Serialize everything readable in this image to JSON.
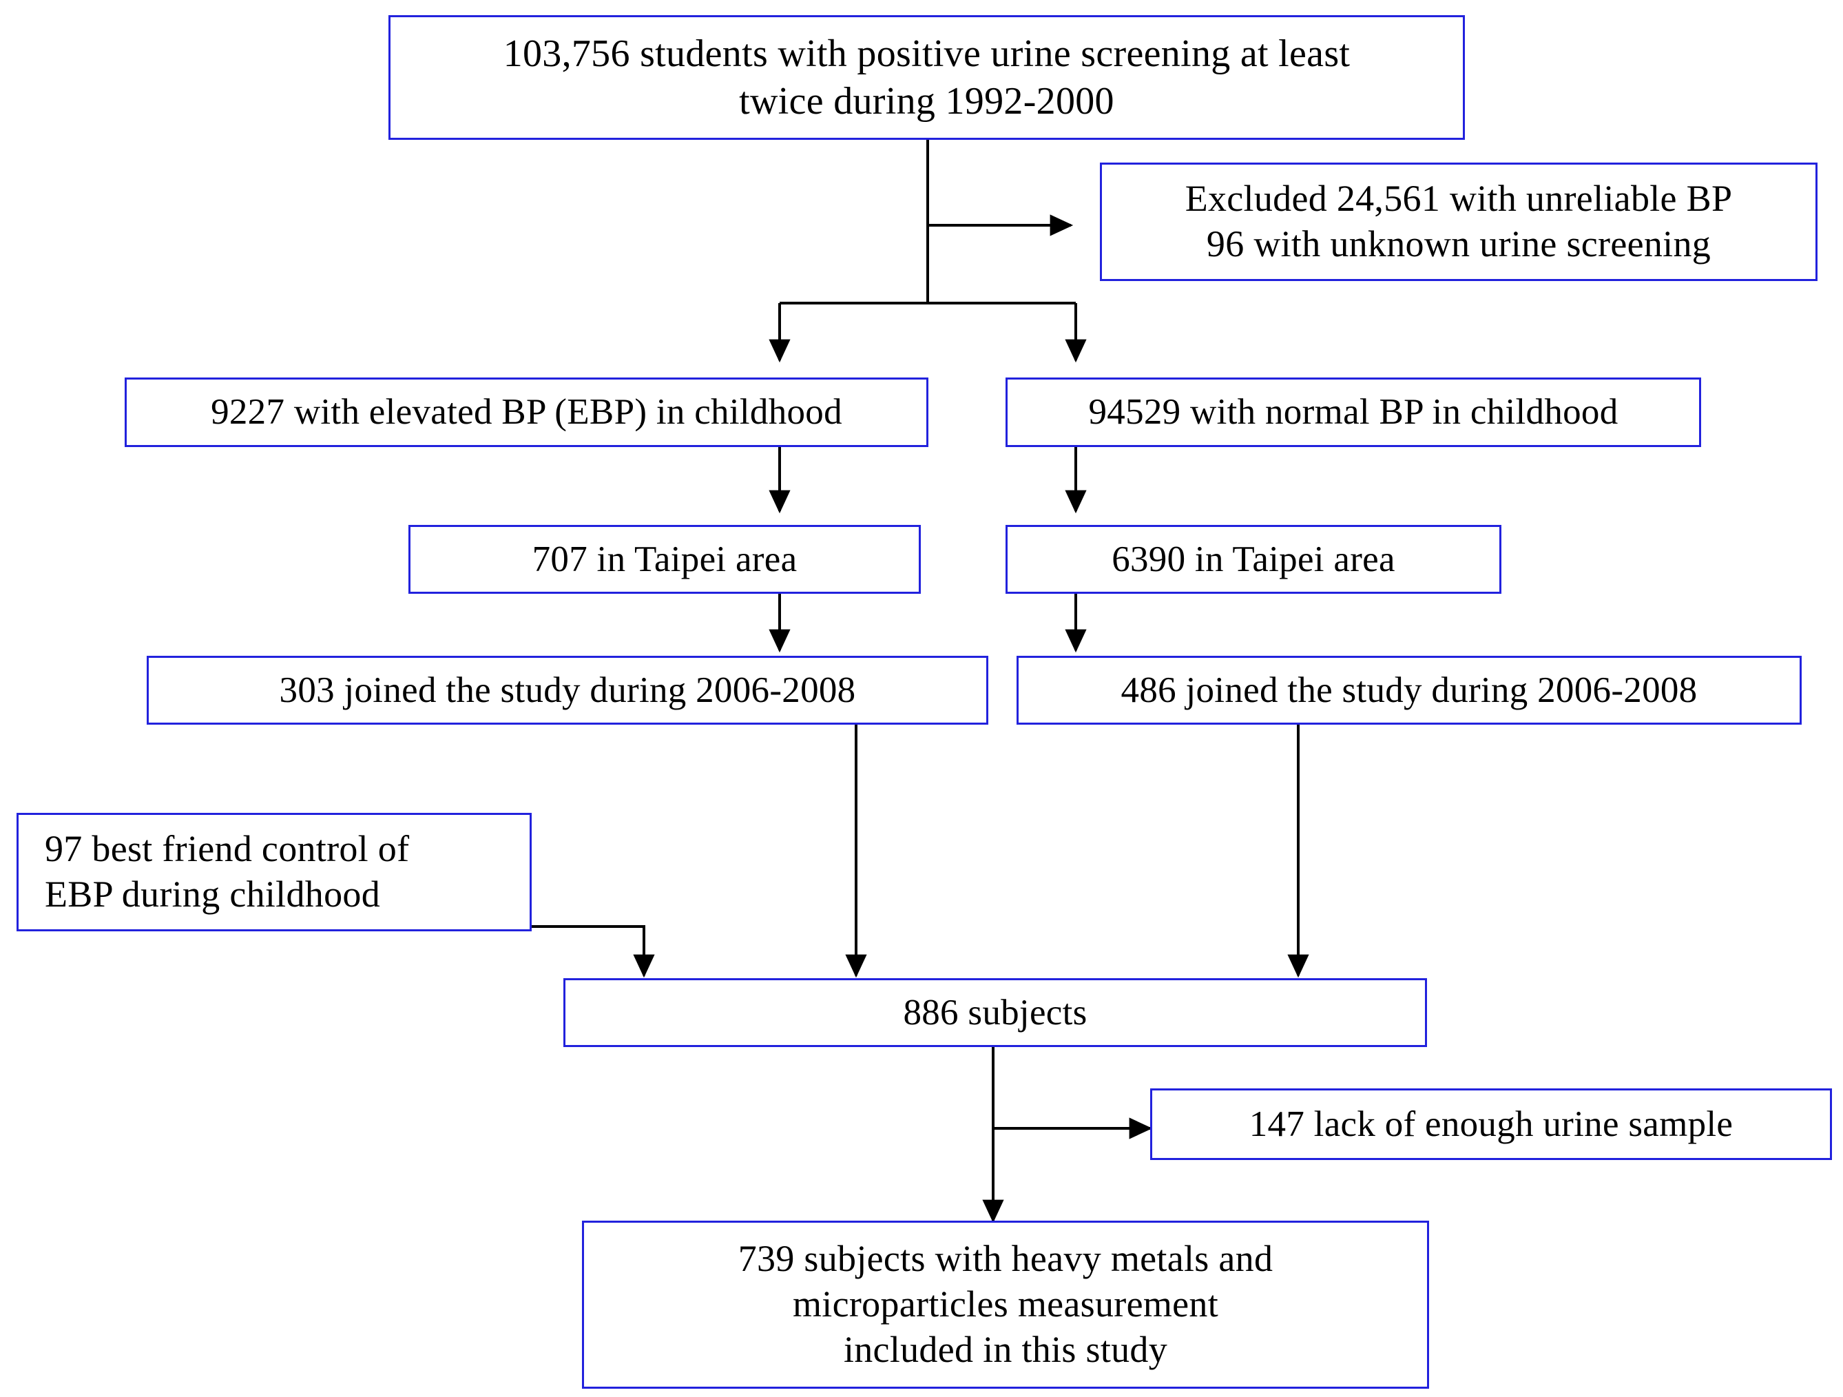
{
  "diagram": {
    "title": "Study enrollment flow diagram",
    "type": "flowchart",
    "colors": {
      "box_border": "#2222dd",
      "connector": "#000000",
      "text": "#000000",
      "background": "#ffffff"
    },
    "nodes": {
      "screening": {
        "id": "screening",
        "text": "103,756 students with positive urine screening at least\ntwice during 1992-2000",
        "line1": "103,756 students with positive urine screening at least",
        "line2": "twice during 1992-2000",
        "count": 103756
      },
      "excluded": {
        "id": "excluded",
        "text": "Excluded 24,561 with unreliable BP\n96 with unknown urine screening",
        "line1": "Excluded 24,561 with unreliable BP",
        "line2": "96 with unknown urine screening",
        "count_unreliable_bp": 24561,
        "count_unknown_screening": 96
      },
      "elevated_bp": {
        "id": "elevated-bp",
        "text": "9227 with elevated BP (EBP)  in childhood",
        "count": 9227
      },
      "normal_bp": {
        "id": "normal-bp",
        "text": "94529 with normal BP in childhood",
        "count": 94529
      },
      "taipei_ebp": {
        "id": "taipei-ebp",
        "text": "707 in Taipei area",
        "count": 707
      },
      "taipei_normal": {
        "id": "taipei-normal",
        "text": "6390 in Taipei area",
        "count": 6390
      },
      "joined_ebp": {
        "id": "joined-ebp",
        "text": "303 joined the study during 2006-2008",
        "count": 303
      },
      "joined_normal": {
        "id": "joined-normal",
        "text": "486 joined the study during 2006-2008",
        "count": 486
      },
      "best_friend": {
        "id": "best-friend-control",
        "text": "97 best friend control of\nEBP during childhood",
        "line1": "97 best friend control of",
        "line2": "EBP during childhood",
        "count": 97
      },
      "subjects": {
        "id": "subjects-886",
        "text": "886 subjects",
        "count": 886
      },
      "lack_urine": {
        "id": "lack-urine-sample",
        "text": "147 lack of enough urine sample",
        "count": 147
      },
      "final": {
        "id": "final-cohort",
        "text": "739 subjects with heavy metals and\nmicroparticles measurement\nincluded in this study",
        "line1": "739 subjects with heavy metals and",
        "line2": "microparticles measurement",
        "line3": "included in this study",
        "count": 739
      }
    },
    "edges": [
      {
        "from": "screening",
        "to": "excluded",
        "style": "elbow-right-arrow"
      },
      {
        "from": "screening",
        "to": "elevated_bp",
        "style": "split-down-arrow"
      },
      {
        "from": "screening",
        "to": "normal_bp",
        "style": "split-down-arrow"
      },
      {
        "from": "elevated_bp",
        "to": "taipei_ebp",
        "style": "down-arrow"
      },
      {
        "from": "normal_bp",
        "to": "taipei_normal",
        "style": "down-arrow"
      },
      {
        "from": "taipei_ebp",
        "to": "joined_ebp",
        "style": "down-arrow"
      },
      {
        "from": "taipei_normal",
        "to": "joined_normal",
        "style": "down-arrow"
      },
      {
        "from": "best_friend",
        "to": "subjects",
        "style": "elbow-down-arrow"
      },
      {
        "from": "joined_ebp",
        "to": "subjects",
        "style": "down-arrow"
      },
      {
        "from": "joined_normal",
        "to": "subjects",
        "style": "down-arrow"
      },
      {
        "from": "subjects",
        "to": "lack_urine",
        "style": "elbow-right-arrow"
      },
      {
        "from": "subjects",
        "to": "final",
        "style": "down-arrow"
      }
    ]
  }
}
